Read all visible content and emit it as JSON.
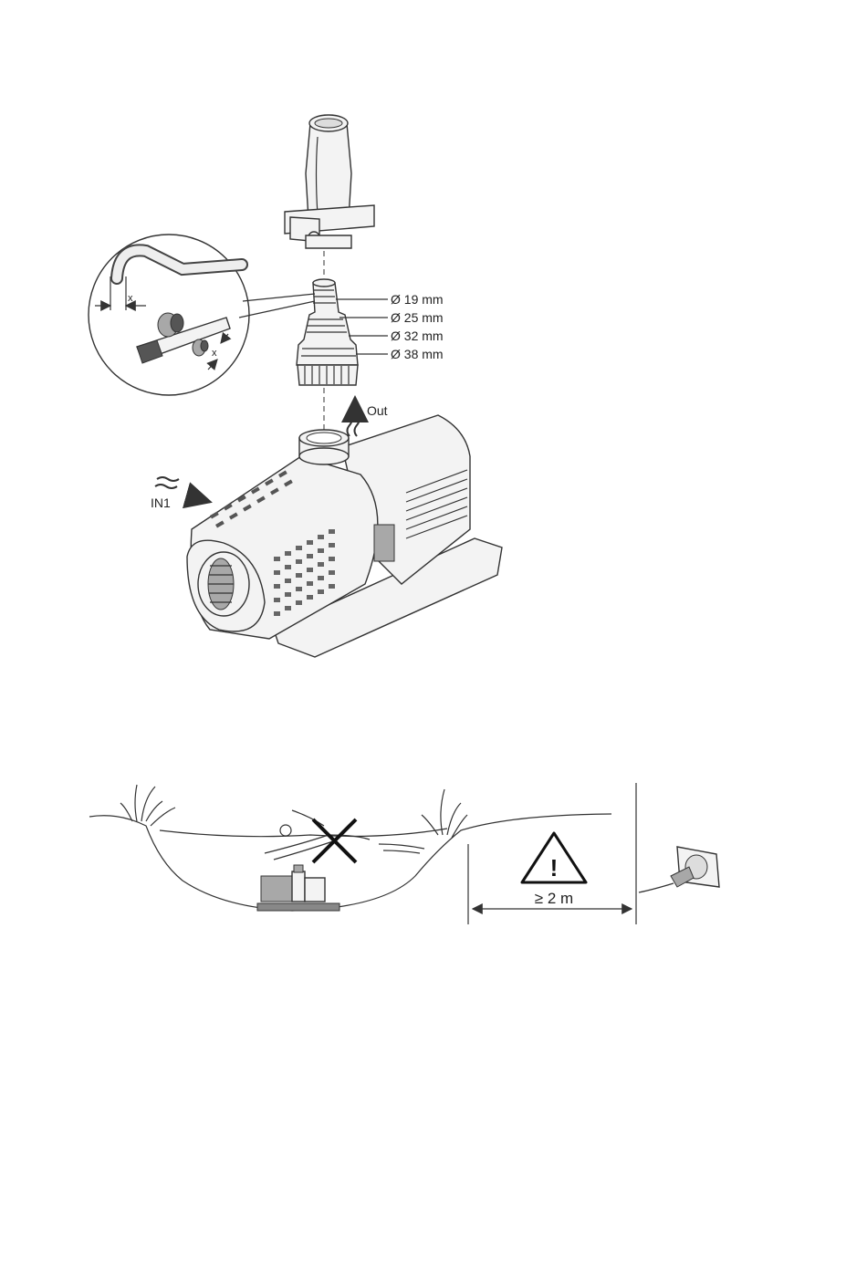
{
  "assembly_diagram": {
    "diameter_labels": [
      "Ø 19 mm",
      "Ø 25 mm",
      "Ø 32 mm",
      "Ø 38 mm"
    ],
    "outlet_label": "Out",
    "inlet_label": "IN1",
    "detail_labels": {
      "gap_top": "x",
      "gap_bottom": "x"
    }
  },
  "safety_diagram": {
    "distance_label": "≥ 2 m",
    "warning_symbol": "!"
  }
}
